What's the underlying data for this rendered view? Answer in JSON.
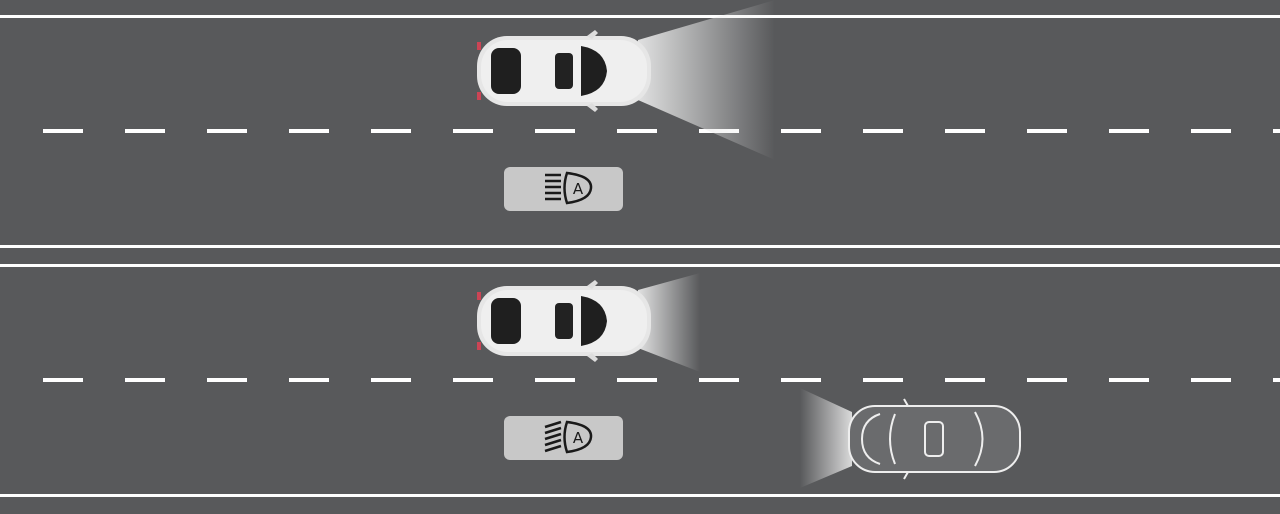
{
  "colors": {
    "road": "#58595b",
    "marking": "#ffffff",
    "badge": "#c8c8c8",
    "icon": "#1a1a1a",
    "car": "#e6e6e6"
  },
  "scenes": [
    {
      "name": "no-oncoming-traffic",
      "beam": "high",
      "badge_icon": "auto-high-beam-icon",
      "badge_letter": "A"
    },
    {
      "name": "oncoming-traffic",
      "beam": "low",
      "badge_icon": "auto-low-beam-icon",
      "badge_letter": "A"
    }
  ]
}
